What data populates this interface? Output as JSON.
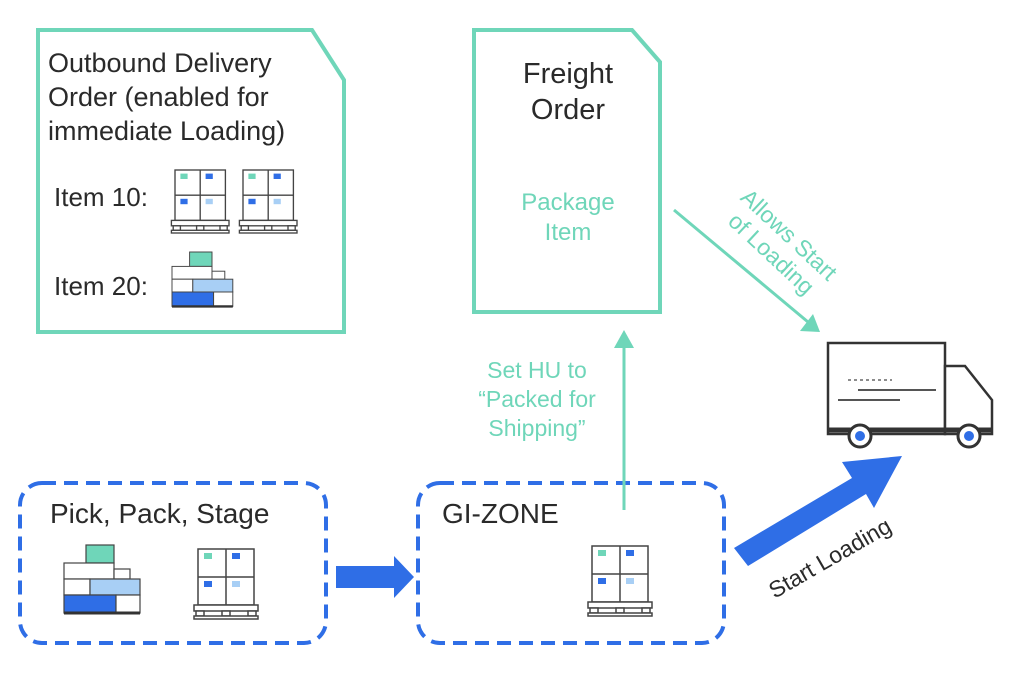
{
  "colors": {
    "teal": "#6fd6b9",
    "blue": "#2f6ee6",
    "dark": "#2a2a2a",
    "light_blue": "#a8cff5"
  },
  "outbound_delivery": {
    "title_lines": [
      "Outbound Delivery",
      "Order (enabled for",
      "immediate Loading)"
    ],
    "item10_label": "Item 10:",
    "item20_label": "Item 20:",
    "icons": [
      "pallet-icon",
      "pallet-icon",
      "stacked-boxes-icon"
    ]
  },
  "freight_order": {
    "title_lines": [
      "Freight",
      "Order"
    ],
    "package_lines": [
      "Package",
      "Item"
    ]
  },
  "allows_start_label_lines": [
    "Allows Start",
    "of Loading"
  ],
  "set_hu_label_lines": [
    "Set HU to",
    "“Packed for",
    "Shipping”"
  ],
  "pick_pack_stage": {
    "title": "Pick, Pack, Stage",
    "icons": [
      "stacked-boxes-icon",
      "pallet-icon"
    ]
  },
  "gi_zone": {
    "title": "GI-ZONE",
    "icons": [
      "pallet-icon"
    ]
  },
  "start_loading_label": "Start Loading",
  "truck_icon": "truck-icon"
}
